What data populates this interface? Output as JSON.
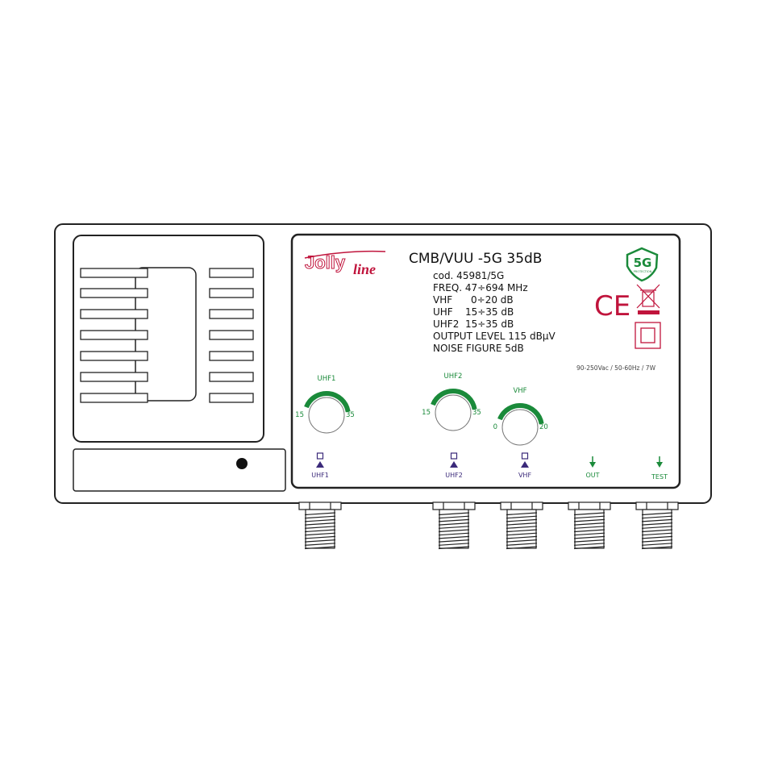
{
  "device": {
    "brand": "Jolly line",
    "model": "CMB/VUU -5G 35dB",
    "specs": [
      "cod. 45981/5G",
      "FREQ. 47÷694 MHz",
      "VHF      0÷20 dB",
      "UHF    15÷35 dB",
      "UHF2  15÷35 dB",
      "OUTPUT LEVEL 115 dBµV",
      "NOISE FIGURE 5dB"
    ],
    "power": "90-250Vac / 50-60Hz / 7W",
    "badge_5g": "5G",
    "badge_5g_sub": "PROTECTION",
    "ce_mark": "CE"
  },
  "knobs": [
    {
      "name": "UHF1",
      "min": "15",
      "max": "35"
    },
    {
      "name": "UHF2",
      "min": "15",
      "max": "35"
    },
    {
      "name": "VHF",
      "min": "0",
      "max": "20"
    }
  ],
  "ports": {
    "inputs": [
      "UHF1",
      "UHF2",
      "VHF"
    ],
    "outputs": [
      "OUT",
      "TEST"
    ]
  },
  "colors": {
    "outline": "#222222",
    "brand_red": "#c0143c",
    "green": "#1a8a3a",
    "purple": "#3b2a7a"
  }
}
